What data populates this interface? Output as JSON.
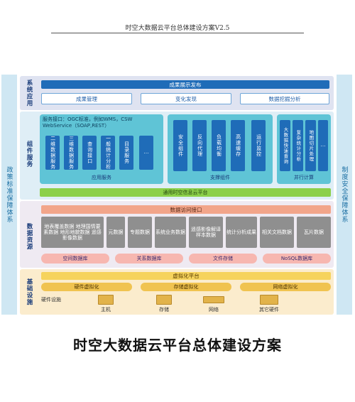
{
  "header": {
    "text": "时空大数据云平台总体建设方案V2.5"
  },
  "left_strip": {
    "label": "政策标准保障体系"
  },
  "right_strip": {
    "label": "制度安全保障体系"
  },
  "layers": {
    "system_app": {
      "label": "系统应用",
      "banner": "成果展示发布",
      "items": [
        "成果管理",
        "变化发现",
        "数据挖掘分析"
      ]
    },
    "components": {
      "label": "组件服务",
      "service_note": "服务接口：OGC标准，例如WMS，CSW WebService（SOAP,REST）",
      "app_items": [
        "二维数据服务",
        "三维数据服务",
        "查询接口",
        "一般统计分析",
        "目录服务",
        "…"
      ],
      "app_caption": "应用服务",
      "support_items": [
        "安全组件",
        "反向代理",
        "负载均衡",
        "高速缓存",
        "运行监控"
      ],
      "support_caption": "支撑组件",
      "parallel_items": [
        "大数据快速查询",
        "复杂统计分析",
        "地图切片处理",
        "…"
      ],
      "parallel_caption": "并行计算",
      "platform_bar": "通用时空信息云平台"
    },
    "data_resources": {
      "label": "数据资源",
      "banner": "数据访问接口",
      "items": [
        "地表覆盖数据 地理国情要素数据 地形地貌数据 遥感影像数据",
        "元数据",
        "专题数据",
        "系统业务数据",
        "遥感影像解译样本数据",
        "统计分析成果",
        "相关文档数据",
        "瓦片数据"
      ],
      "dbs": [
        "空间数据库",
        "关系数据库",
        "文件存储",
        "NoSQL数据库"
      ]
    },
    "infrastructure": {
      "label": "基础设施",
      "banner": "虚拟化平台",
      "virt": [
        "硬件虚拟化",
        "存储虚拟化",
        "网络虚拟化"
      ],
      "hardware_label": "硬件设施",
      "hardware": [
        "主机",
        "存储",
        "网络",
        "其它硬件"
      ]
    }
  },
  "title": "时空大数据云平台总体建设方案",
  "colors": {
    "layer1_bg": "#dfe3f1",
    "layer2_bg": "#dfeef6",
    "layer3_bg": "#efeaf2",
    "layer4_bg": "#fbeccd",
    "primary_blue": "#1f6cb8",
    "cyan_panel": "#5fc4d6",
    "green_bar": "#8cd04a",
    "salmon": "#f2a58a",
    "gold": "#f0c350"
  }
}
